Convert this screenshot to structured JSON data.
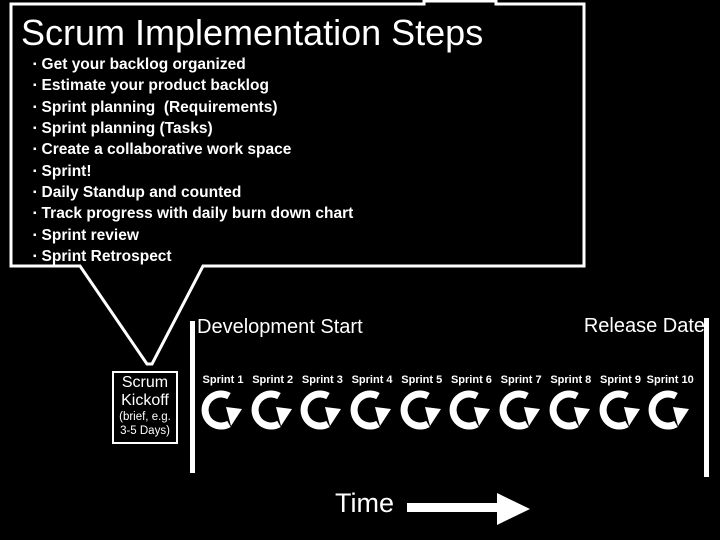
{
  "slide": {
    "title": "Scrum Implementation Steps",
    "bullet_marker": "▪",
    "bullets": [
      "Get your backlog organized",
      "Estimate your product backlog",
      "Sprint planning  (Requirements)",
      "Sprint planning (Tasks)",
      "Create a collaborative work space",
      "Sprint!",
      "Daily Standup and counted",
      "Track progress with daily burn down chart",
      "Sprint review",
      "Sprint Retrospect"
    ],
    "timeline": {
      "development_start_label": "Development Start",
      "release_date_label": "Release Date",
      "kickoff_box": {
        "line1": "Scrum",
        "line2": "Kickoff",
        "note_line1": "(brief, e.g.",
        "note_line2": "3-5 Days)"
      },
      "sprints": [
        "Sprint 1",
        "Sprint 2",
        "Sprint 3",
        "Sprint 4",
        "Sprint 5",
        "Sprint 6",
        "Sprint 7",
        "Sprint 8",
        "Sprint 9",
        "Sprint 10"
      ],
      "time_label": "Time"
    },
    "colors": {
      "background": "#000000",
      "foreground": "#ffffff"
    }
  }
}
